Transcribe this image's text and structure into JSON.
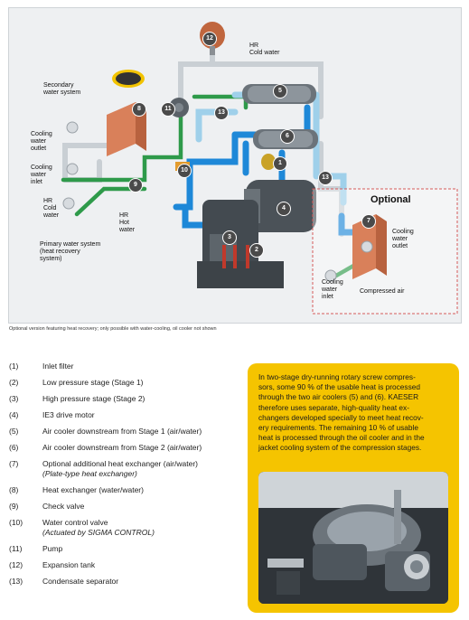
{
  "diagram": {
    "labels": {
      "hr_cold_water_top": [
        "HR",
        "Cold water"
      ],
      "secondary_water_system": [
        "Secondary",
        "water system"
      ],
      "cooling_water_outlet_left": [
        "Cooling",
        "water",
        "outlet"
      ],
      "cooling_water_inlet_left": [
        "Cooling",
        "water",
        "inlet"
      ],
      "hr_cold_water_left": [
        "HR",
        "Cold",
        "water"
      ],
      "hr_hot_water": [
        "HR",
        "Hot",
        "water"
      ],
      "primary_water_system": [
        "Primary water system",
        "(heat recovery",
        "system)"
      ],
      "optional_title": "Optional",
      "cooling_water_outlet_right": [
        "Cooling",
        "water",
        "outlet"
      ],
      "cooling_water_inlet_right": [
        "Cooling",
        "water",
        "inlet"
      ],
      "compressed_air": "Compressed air"
    },
    "badges": [
      "12",
      "5",
      "6",
      "8",
      "11",
      "13",
      "1",
      "10",
      "9",
      "4",
      "3",
      "2",
      "13",
      "7"
    ],
    "colors": {
      "hot_pipe": "#1e88d8",
      "cold_pipe": "#9fd0ea",
      "green_pipe": "#2e9a4a",
      "grey_pipe": "#c9cfd4",
      "exchanger": "#d9805a",
      "tank": "#c0663e",
      "machine": "#4b5258",
      "accent_red": "#c0392b"
    }
  },
  "caption": "Optional version featuring heat recovery; only possible with water-cooling, oil cooler not shown",
  "legend": [
    {
      "num": "(1)",
      "text": "Inlet filter"
    },
    {
      "num": "(2)",
      "text": "Low pressure stage (Stage 1)"
    },
    {
      "num": "(3)",
      "text": "High pressure stage (Stage 2)"
    },
    {
      "num": "(4)",
      "text": "IE3 drive motor"
    },
    {
      "num": "(5)",
      "text": "Air cooler downstream from Stage 1 (air/water)"
    },
    {
      "num": "(6)",
      "text": "Air cooler downstream from Stage 2 (air/water)"
    },
    {
      "num": "(7)",
      "text": "Optional additional heat exchanger (air/water)",
      "sub": "(Plate-type heat exchanger)"
    },
    {
      "num": "(8)",
      "text": "Heat exchanger (water/water)"
    },
    {
      "num": "(9)",
      "text": "Check valve"
    },
    {
      "num": "(10)",
      "text": "Water control valve",
      "sub": "(Actuated by SIGMA CONTROL)"
    },
    {
      "num": "(11)",
      "text": "Pump"
    },
    {
      "num": "(12)",
      "text": "Expansion tank"
    },
    {
      "num": "(13)",
      "text": "Condensate separator"
    }
  ],
  "info_panel": {
    "lines": [
      "In two-stage dry-running rotary screw compres-",
      "sors, some 90 % of the usable heat is processed",
      "through the two air coolers (5) and (6). KAESER",
      "therefore uses separate, high-quality heat ex-",
      "changers developed specially to meet heat recov-",
      "ery requirements. The remaining 10 % of usable",
      "heat is processed through the oil cooler and in the",
      "jacket cooling system of the compression stages."
    ]
  }
}
